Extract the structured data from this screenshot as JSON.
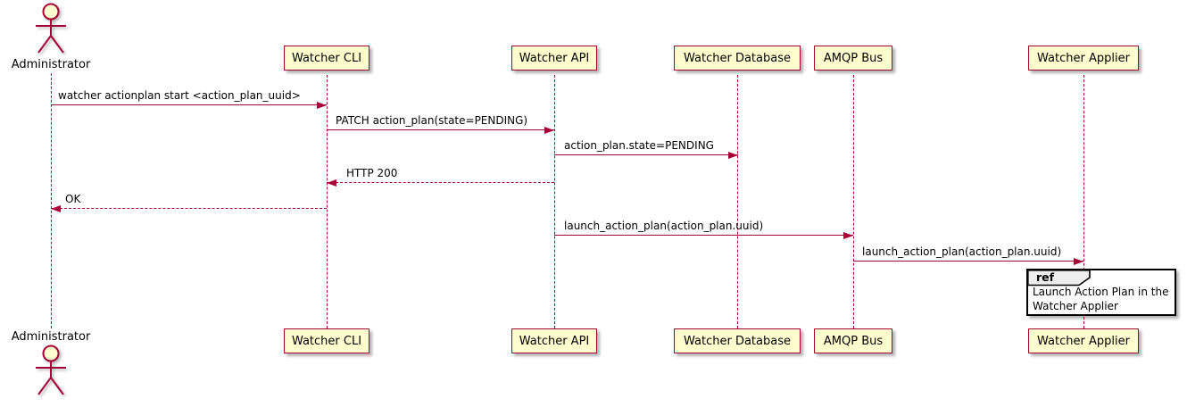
{
  "diagram": {
    "type": "sequence-diagram",
    "actor": {
      "name": "Administrator"
    },
    "participants": [
      {
        "name": "Watcher CLI"
      },
      {
        "name": "Watcher API"
      },
      {
        "name": "Watcher Database"
      },
      {
        "name": "AMQP Bus"
      },
      {
        "name": "Watcher Applier"
      }
    ],
    "messages": [
      {
        "from": "Administrator",
        "to": "Watcher CLI",
        "label": "watcher actionplan start <action_plan_uuid>",
        "line": "solid",
        "direction": "right"
      },
      {
        "from": "Watcher CLI",
        "to": "Watcher API",
        "label": "PATCH action_plan(state=PENDING)",
        "line": "solid",
        "direction": "right"
      },
      {
        "from": "Watcher API",
        "to": "Watcher Database",
        "label": "action_plan.state=PENDING",
        "line": "solid",
        "direction": "right"
      },
      {
        "from": "Watcher API",
        "to": "Watcher CLI",
        "label": "HTTP 200",
        "line": "dashed",
        "direction": "left"
      },
      {
        "from": "Watcher CLI",
        "to": "Administrator",
        "label": "OK",
        "line": "dashed",
        "direction": "left"
      },
      {
        "from": "Watcher API",
        "to": "AMQP Bus",
        "label": "launch_action_plan(action_plan.uuid)",
        "line": "solid",
        "direction": "right"
      },
      {
        "from": "AMQP Bus",
        "to": "Watcher Applier",
        "label": "launch_action_plan(action_plan.uuid)",
        "line": "solid",
        "direction": "right"
      }
    ],
    "ref": {
      "keyword": "ref",
      "lines": [
        "Launch Action Plan in the",
        "Watcher Applier"
      ]
    },
    "colors": {
      "participant_fill": "#FEFECE",
      "participant_border": "#A80036",
      "arrow": "#A80036",
      "lifeline": "#A80036",
      "text": "#000000",
      "ref_border": "#000000",
      "ref_header_fill": "#EEEEEE",
      "background": "#FFFFFF"
    }
  }
}
